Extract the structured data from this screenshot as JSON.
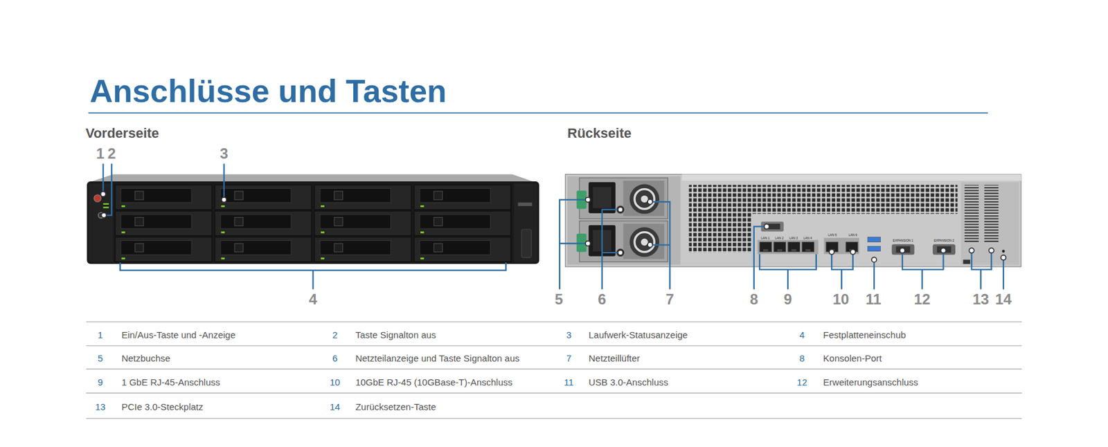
{
  "diagram": {
    "title": "Anschlüsse und Tasten",
    "labels": [
      "Vorderseite",
      "Rückseite",
      "1",
      "2",
      "3",
      "4",
      "5",
      "6",
      "7",
      "8",
      "9",
      "10",
      "11",
      "12",
      "13",
      "14",
      "1",
      "Ein/Aus-Taste und -Anzeige",
      "2",
      "Taste Signalton aus",
      "3",
      "Laufwerk-Statusanzeige",
      "4",
      "Festplatteneinschub",
      "5",
      "Netzbuchse",
      "6",
      "Netzteilanzeige und Taste Signalton aus",
      "7",
      "Netzteillüfter",
      "8",
      "Konsolen-Port",
      "9",
      "1 GbE RJ-45-Anschluss",
      "10",
      "10GbE RJ-45 (10GBase-T)-Anschluss",
      "11",
      "USB 3.0-Anschluss",
      "12",
      "Erweiterungsanschluss",
      "13",
      "PCIe 3.0-Steckplatz",
      "14",
      "Zurücksetzen-Taste",
      "LAN 1",
      "LAN 2",
      "LAN 3",
      "LAN 4",
      "LAN 5",
      "LAN 6",
      "EXPANSION 1",
      "EXPANSION 2"
    ]
  }
}
